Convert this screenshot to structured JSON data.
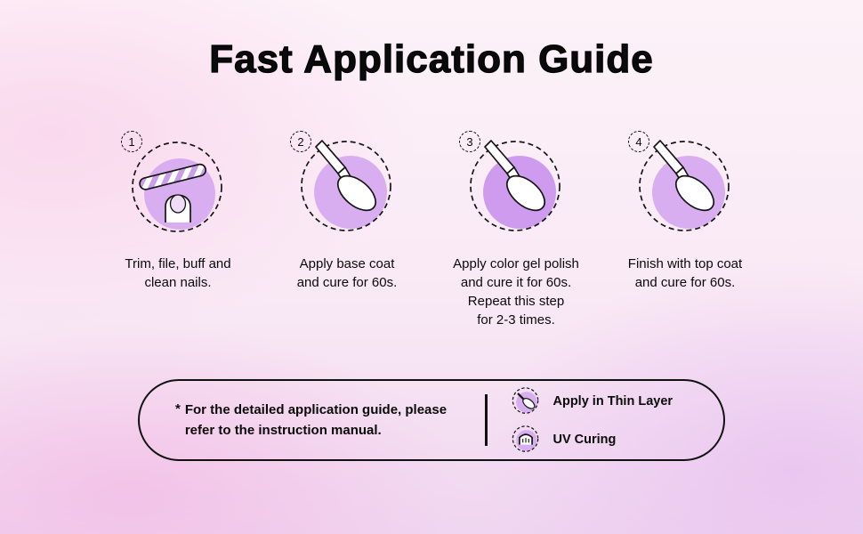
{
  "title": "Fast Application Guide",
  "steps": [
    {
      "number": "1",
      "caption": "Trim, file, buff and\nclean nails."
    },
    {
      "number": "2",
      "caption": "Apply base coat\nand cure for 60s."
    },
    {
      "number": "3",
      "caption": "Apply color gel polish\nand cure it for 60s.\nRepeat this step\nfor 2-3 times."
    },
    {
      "number": "4",
      "caption": "Finish with top coat\nand cure for 60s."
    }
  ],
  "footer": {
    "note_marker": "*",
    "note": "For the detailed application guide, please\nrefer to the instruction manual.",
    "legend": [
      {
        "icon": "thin-layer-brush-icon",
        "label": "Apply in Thin Layer"
      },
      {
        "icon": "uv-lamp-icon",
        "label": "UV Curing"
      }
    ]
  },
  "colors": {
    "accent_lavender": "#d9aef1",
    "accent_lavender_deep": "#cf9bee",
    "ink": "#0a0a0a",
    "stripe_purple": "#c89fe8",
    "bg_pink": "#f8d7ec",
    "bg_lavender": "#eccfef"
  }
}
